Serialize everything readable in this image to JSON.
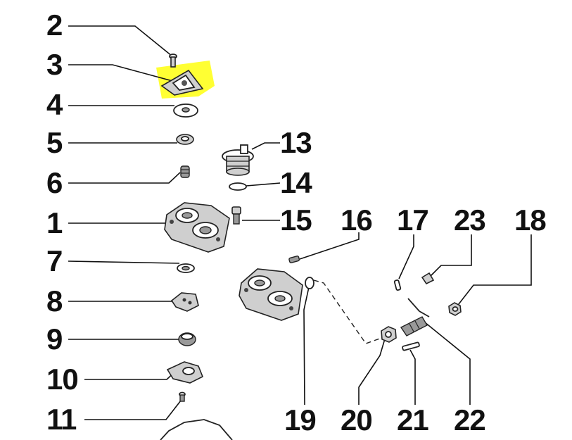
{
  "diagram": {
    "highlight_color": "#ffff33",
    "highlighted_part": "3",
    "callouts": {
      "c1": "1",
      "c2": "2",
      "c3": "3",
      "c4": "4",
      "c5": "5",
      "c6": "6",
      "c7": "7",
      "c8": "8",
      "c9": "9",
      "c10": "10",
      "c11": "11",
      "c13": "13",
      "c14": "14",
      "c15": "15",
      "c16": "16",
      "c17": "17",
      "c18": "18",
      "c19": "19",
      "c20": "20",
      "c21": "21",
      "c22": "22",
      "c23": "23"
    }
  }
}
